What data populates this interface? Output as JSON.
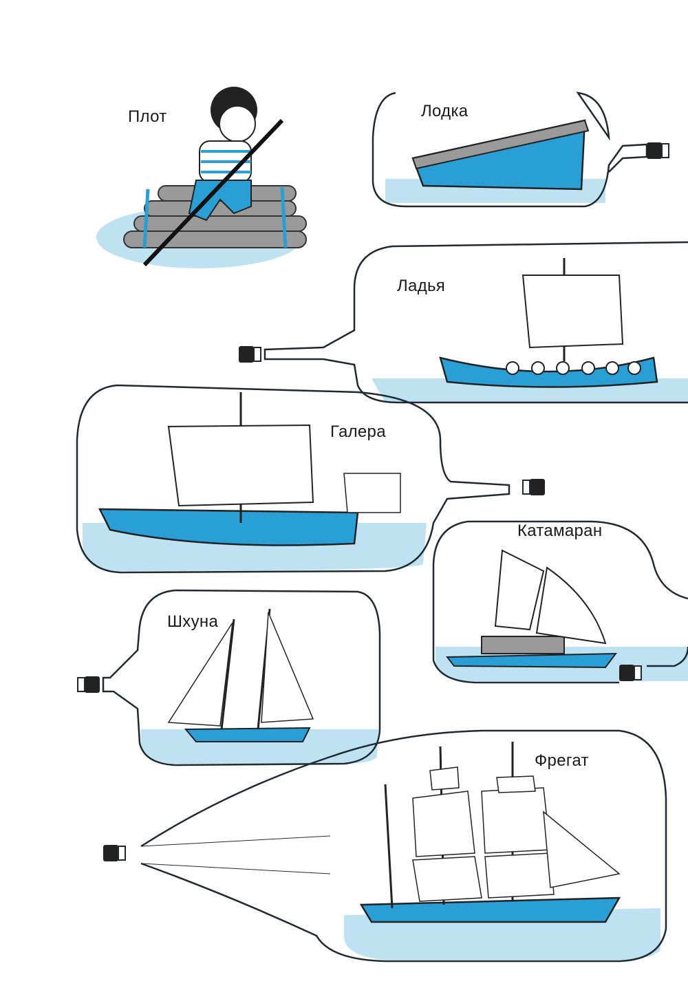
{
  "colors": {
    "ship_blue": "#2a9fd6",
    "water": "#bfe2f2",
    "glass_outline": "#1e2a33",
    "cork": "#222222"
  },
  "labels": {
    "raft": "Плот",
    "boat": "Лодка",
    "longship": "Ладья",
    "galley": "Галера",
    "catamaran": "Катамаран",
    "schooner": "Шхуна",
    "frigate": "Фрегат"
  }
}
